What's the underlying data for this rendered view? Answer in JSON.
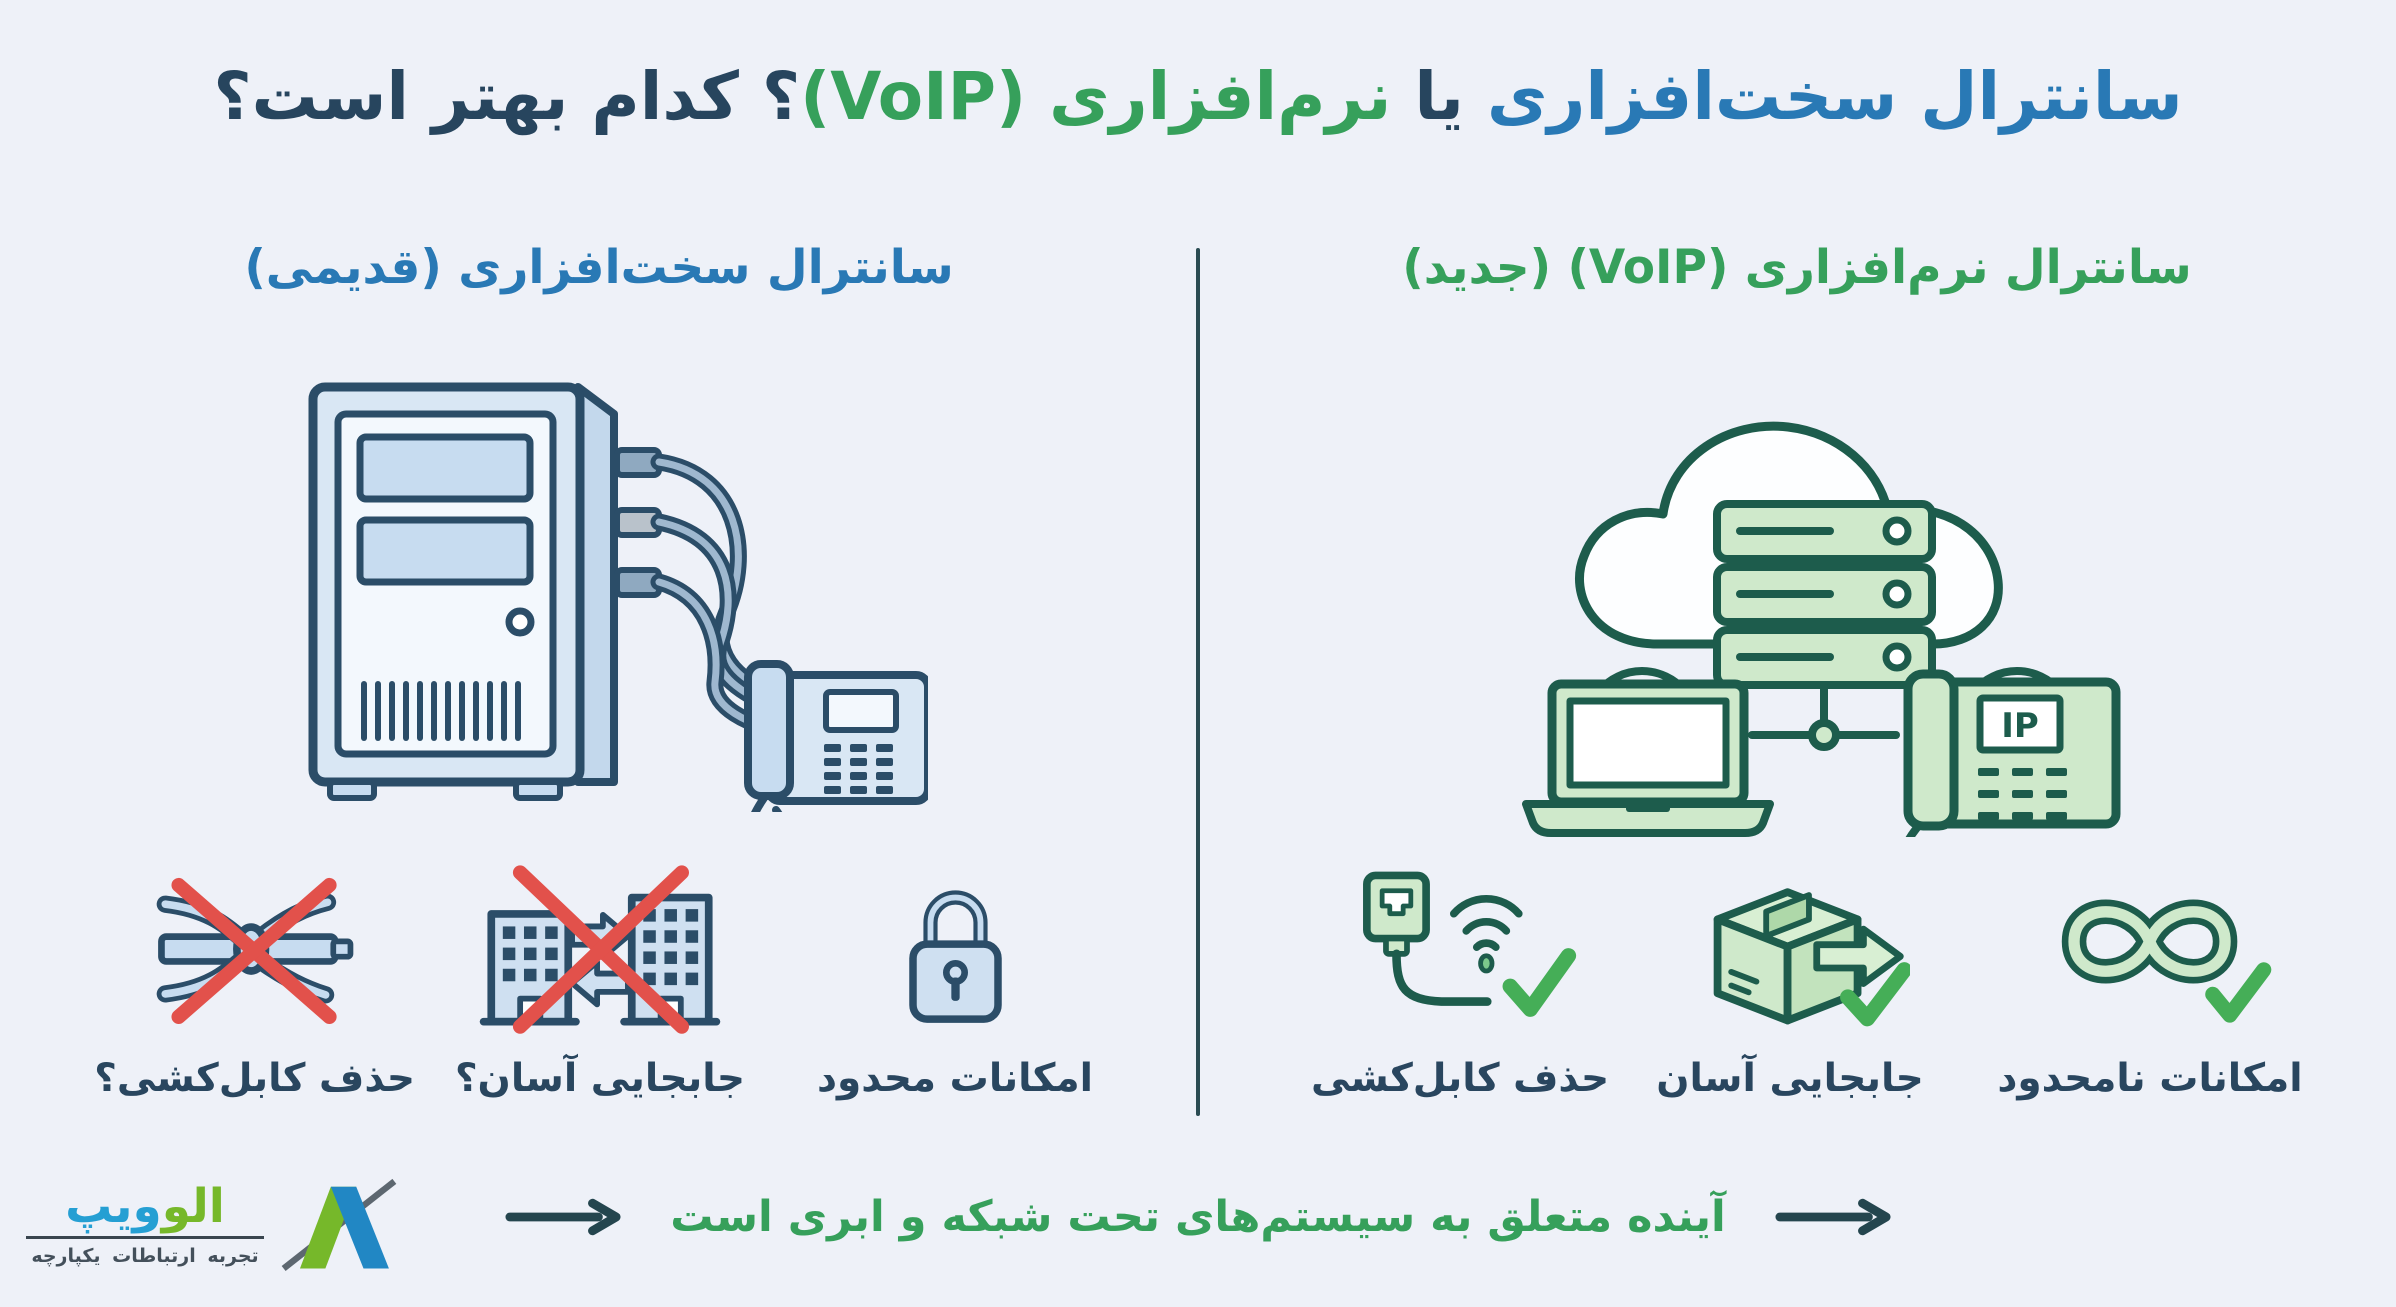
{
  "page": {
    "background": "#eef1f8",
    "divider_color": "#2a4b52"
  },
  "title": {
    "part1": "سانترال سخت‌افزاری",
    "part2": "یا",
    "part3": "نرم‌افزاری (VoIP)",
    "part4": "؟ کدام بهتر است؟",
    "colors": {
      "hardware": "#2979b5",
      "software": "#36a05b",
      "plain": "#27455e"
    }
  },
  "left_column": {
    "header": "سانترال سخت‌افزاری (قدیمی)",
    "header_color": "#2979b5",
    "illustration": "legacy-pbx-cabinet-with-desk-phone",
    "features": [
      {
        "label": "حذف کابل‌کشی؟",
        "icon": "crossed-cables-icon",
        "status": "negative"
      },
      {
        "label": "جابجایی آسان؟",
        "icon": "crossed-building-relocation-icon",
        "status": "negative"
      },
      {
        "label": "امکانات محدود",
        "icon": "padlock-icon",
        "status": "limited"
      }
    ]
  },
  "right_column": {
    "header": "سانترال نرم‌افزاری (VoIP) (جدید)",
    "header_color": "#36a05b",
    "illustration": "cloud-server-wifi-laptop-ip-phone",
    "ip_phone_display": "IP",
    "features": [
      {
        "label": "حذف کابل‌کشی",
        "icon": "ethernet-wifi-check-icon",
        "status": "positive"
      },
      {
        "label": "جابجایی آسان",
        "icon": "moving-box-check-icon",
        "status": "positive"
      },
      {
        "label": "امکانات نامحدود",
        "icon": "infinity-check-icon",
        "status": "positive"
      }
    ]
  },
  "footer": {
    "tagline": "آینده متعلق به سیستم‌های تحت شبکه و ابری است",
    "tagline_color": "#36a05b",
    "arrow_icon": "arrow-right-icon",
    "logo": {
      "wordmark_green": "الو",
      "wordmark_blue": "ویپ",
      "subtitle": "تجربه ارتباطات یکپارچه",
      "mark": "av-logomark",
      "colors": {
        "green": "#76b82a",
        "blue": "#259fd3",
        "gray": "#5d6770"
      }
    }
  },
  "palette": {
    "blue_stroke": "#2b4d68",
    "blue_fill": "#d3e2f2",
    "blue_fill_light": "#f3f8fd",
    "green_stroke": "#1d5c4c",
    "green_fill": "#cfe9cb",
    "red_cross": "#e2514b",
    "check_green": "#45ae57"
  }
}
